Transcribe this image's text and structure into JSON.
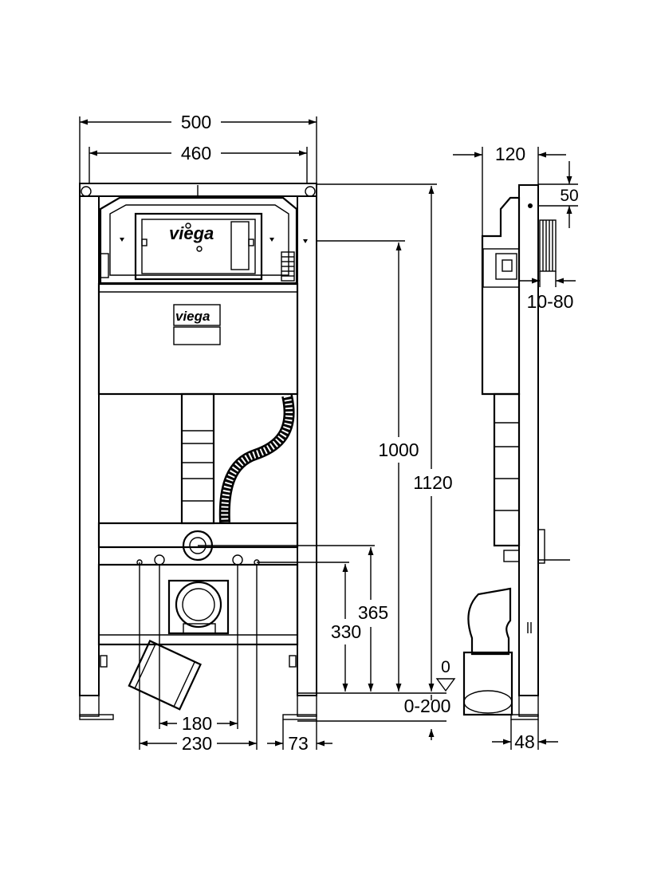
{
  "dimensions": {
    "width_outer": "500",
    "width_inner": "460",
    "depth_frame": "120",
    "top_offset": "50",
    "wall_adjust": "10-80",
    "height_actuator": "1000",
    "height_total": "1120",
    "height_drain": "365",
    "height_supply": "330",
    "floor_zero": "0",
    "foot_range": "0-200",
    "drain_spacing_inner": "180",
    "drain_spacing_outer": "230",
    "foot_offset": "73",
    "foot_depth": "48"
  },
  "branding": {
    "logo_top": "viega",
    "logo_plate": "viega"
  }
}
